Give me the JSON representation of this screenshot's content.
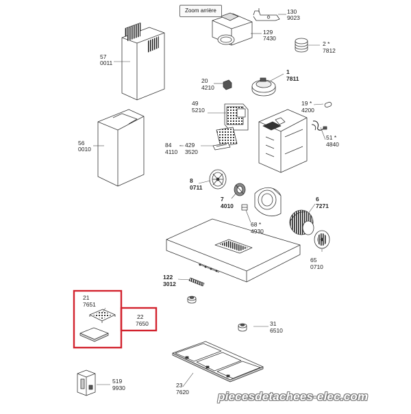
{
  "zoom_button_label": "Zoom arrière",
  "watermark": "piecesdetachees-elec.com",
  "colors": {
    "highlight": "#d2222d",
    "line": "#333333",
    "label": "#222222"
  },
  "parts": [
    {
      "key": "p130",
      "num": "130",
      "code": "9023",
      "bold": false
    },
    {
      "key": "p129",
      "num": "129",
      "code": "7430",
      "bold": false
    },
    {
      "key": "p2",
      "num": "2 *",
      "code": "7812",
      "bold": false
    },
    {
      "key": "p57",
      "num": "57",
      "code": "0011",
      "bold": false
    },
    {
      "key": "p1",
      "num": "1",
      "code": "7811",
      "bold": true
    },
    {
      "key": "p20",
      "num": "20",
      "code": "4210",
      "bold": false
    },
    {
      "key": "p49",
      "num": "49",
      "code": "5210",
      "bold": false
    },
    {
      "key": "p19",
      "num": "19 *",
      "code": "4200",
      "bold": false
    },
    {
      "key": "p51",
      "num": "51 *",
      "code": "4840",
      "bold": false
    },
    {
      "key": "p56",
      "num": "56",
      "code": "0010",
      "bold": false
    },
    {
      "key": "p84",
      "num": "84",
      "code": "4110",
      "bold": false
    },
    {
      "key": "p429",
      "num": "429",
      "code": "3520",
      "bold": false
    },
    {
      "key": "p8",
      "num": "8",
      "code": "0711",
      "bold": true
    },
    {
      "key": "p7",
      "num": "7",
      "code": "4010",
      "bold": true
    },
    {
      "key": "p6",
      "num": "6",
      "code": "7271",
      "bold": true
    },
    {
      "key": "p68",
      "num": "68 *",
      "code": "4930",
      "bold": false
    },
    {
      "key": "p65",
      "num": "65",
      "code": "0710",
      "bold": false
    },
    {
      "key": "p122",
      "num": "122",
      "code": "3012",
      "bold": true
    },
    {
      "key": "p21",
      "num": "21",
      "code": "7651",
      "bold": false
    },
    {
      "key": "p22",
      "num": "22",
      "code": "7650",
      "bold": false
    },
    {
      "key": "p31",
      "num": "31",
      "code": "6510",
      "bold": false
    },
    {
      "key": "p519",
      "num": "519",
      "code": "9930",
      "bold": false
    },
    {
      "key": "p23",
      "num": "23",
      "code": "7620",
      "bold": false
    }
  ]
}
